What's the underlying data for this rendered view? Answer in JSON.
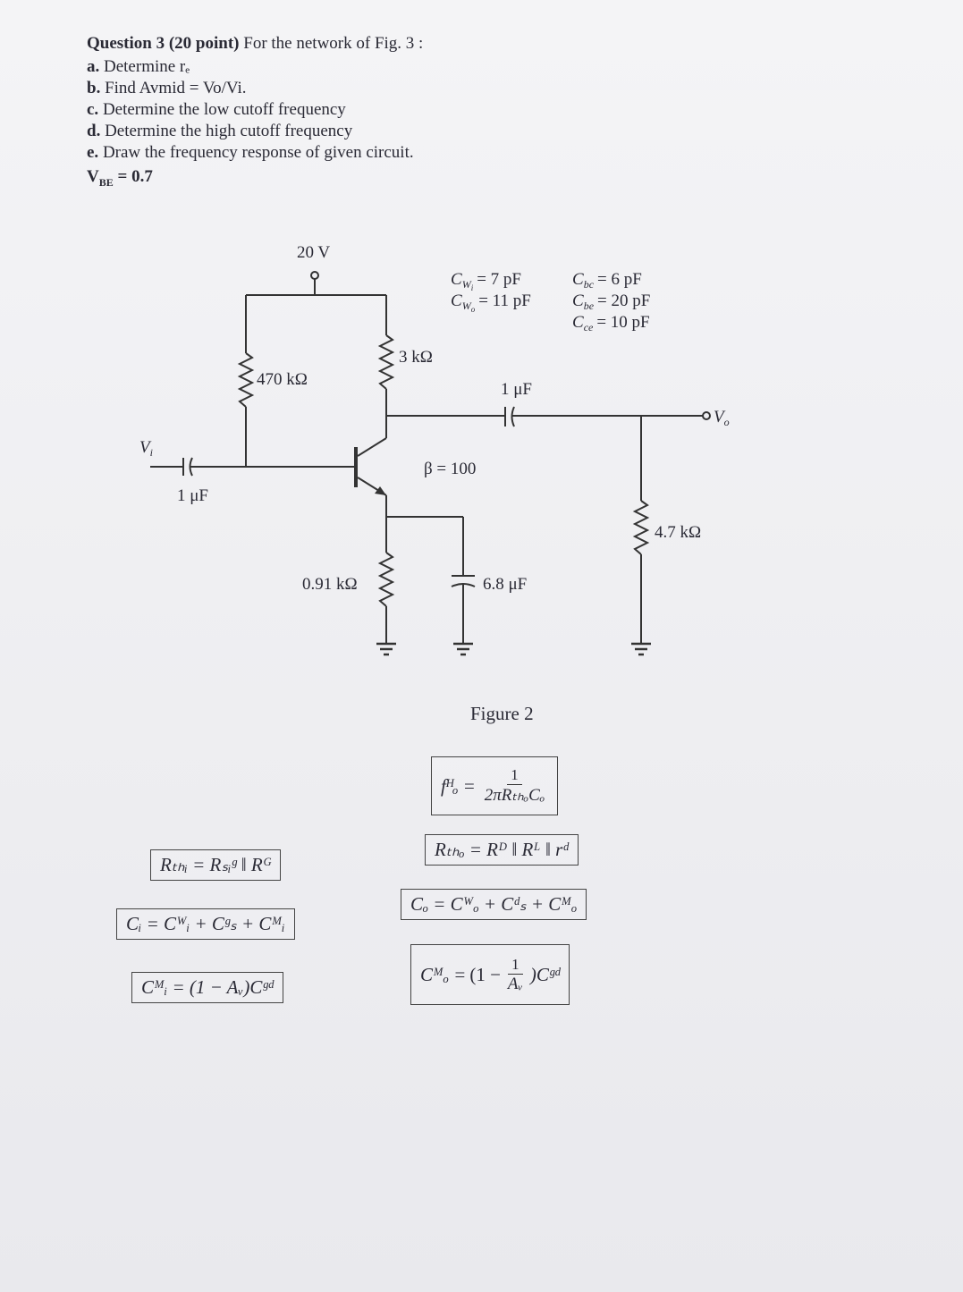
{
  "question": {
    "title": "Question 3 (20 point)",
    "intro": "For the network of Fig. 3 :",
    "items": [
      {
        "letter": "a.",
        "text": "Determine rₑ"
      },
      {
        "letter": "b.",
        "text": "Find Avmid = Vo/Vi."
      },
      {
        "letter": "c.",
        "text": "Determine the low cutoff frequency"
      },
      {
        "letter": "d.",
        "text": "Determine the high cutoff frequency"
      },
      {
        "letter": "e.",
        "text": "Draw the frequency response of given circuit."
      }
    ],
    "vbe_label": "V",
    "vbe_sub": "BE",
    "vbe_value": " = 0.7"
  },
  "circuit": {
    "supply": "20 V",
    "r_bias": "470 kΩ",
    "r_collector": "3 kΩ",
    "r_emitter": "0.91 kΩ",
    "r_load": "4.7 kΩ",
    "c_in": "1 μF",
    "c_out": "1 μF",
    "c_emitter": "6.8 μF",
    "beta": "β = 100",
    "vi": "V",
    "vi_sub": "i",
    "vo": "V",
    "vo_sub": "o",
    "caps": {
      "cwi": "C",
      "cwi_sub": "W",
      "cwi_sub2": "i",
      "cwi_val": "= 7 pF",
      "cwo": "C",
      "cwo_sub": "W",
      "cwo_sub2": "o",
      "cwo_val": "= 11 pF",
      "cbc": "C",
      "cbc_sub": "bc",
      "cbc_val": "= 6 pF",
      "cbe": "C",
      "cbe_sub": "be",
      "cbe_val": "= 20 pF",
      "cce": "C",
      "cce_sub": "ce",
      "cce_val": "= 10 pF"
    }
  },
  "figure_caption": "Figure 2",
  "formulas": {
    "rth_i": "Rₜₕᵢ = Rₛᵢᵍ ‖ Rᴳ",
    "ci": "Cᵢ = Cᵂᵢ + Cᵍₛ + Cᴹᵢ",
    "cmi": "Cᴹᵢ = (1 − Aᵥ)Cᵍᵈ",
    "fho_lhs": "fᴴₒ =",
    "fho_num": "1",
    "fho_den": "2πRₜₕₒCₒ",
    "rth_o": "Rₜₕₒ = Rᴰ ‖ Rᴸ ‖ rᵈ",
    "co": "Cₒ = Cᵂₒ + Cᵈₛ + Cᴹₒ",
    "cmo_lhs": "Cᴹₒ =",
    "cmo_open": "(1 −",
    "cmo_num": "1",
    "cmo_den": "Aᵥ",
    "cmo_close": ")Cᵍᵈ"
  }
}
